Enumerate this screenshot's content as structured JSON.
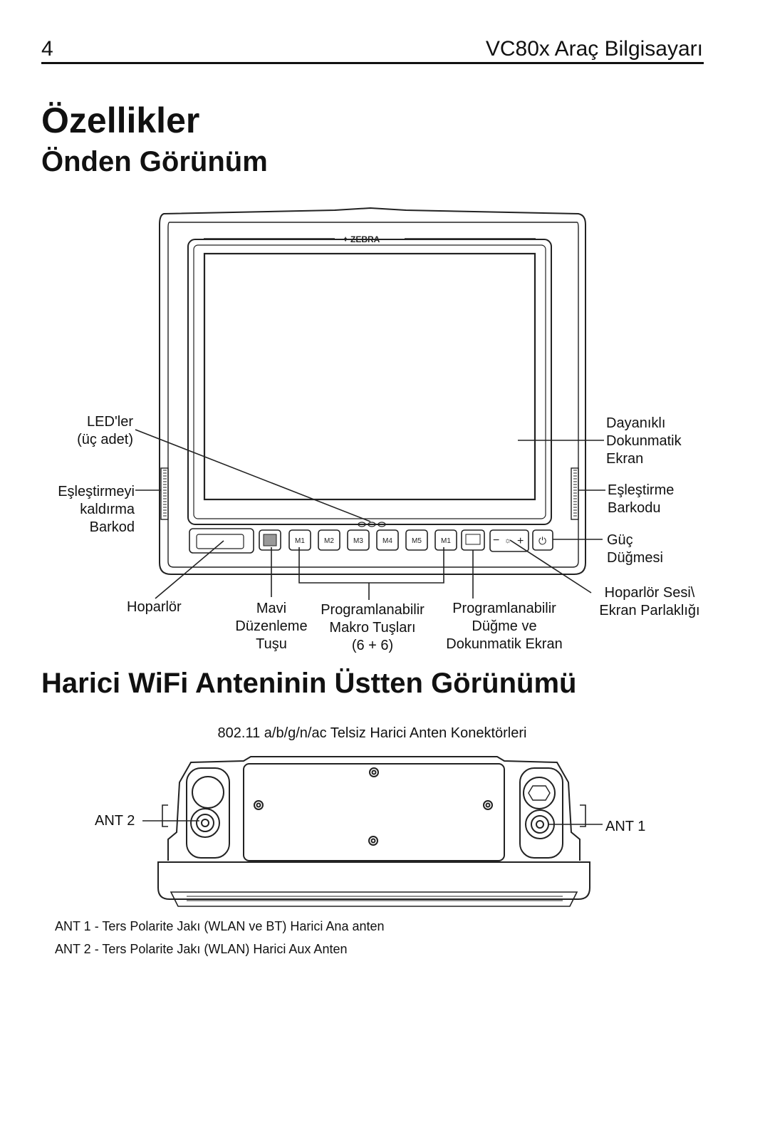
{
  "header": {
    "page_number": "4",
    "doc_title": "VC80x Araç Bilgisayarı"
  },
  "section_title": "Özellikler",
  "front_view": {
    "title": "Önden Görünüm",
    "brand": "ZEBRA",
    "keys": [
      "M1",
      "M2",
      "M3",
      "M4",
      "M5",
      "M1"
    ],
    "labels": {
      "leds": [
        "LED'ler",
        "(üç adet)"
      ],
      "unpair_barcode": [
        "Eşleştirmeyi",
        "kaldırma",
        "Barkod"
      ],
      "touch_screen": [
        "Dayanıklı",
        "Dokunmatik",
        "Ekran"
      ],
      "pair_barcode": [
        "Eşleştirme",
        "Barkodu"
      ],
      "power_button": [
        "Güç",
        "Düğmesi"
      ],
      "speaker": "Hoparlör",
      "blue_key": [
        "Mavi",
        "Düzenleme",
        "Tuşu"
      ],
      "macro_keys": [
        "Programlanabilir",
        "Makro Tuşları",
        "(6 + 6)"
      ],
      "prog_button": [
        "Programlanabilir",
        "Düğme ve",
        "Dokunmatik Ekran"
      ],
      "volume_brightness": [
        "Hoparlör Sesi\\",
        "Ekran Parlaklığı"
      ]
    }
  },
  "antenna_view": {
    "title": "Harici WiFi Anteninin Üstten Görünümü",
    "caption": "802.11 a/b/g/n/ac Telsiz Harici Anten Konektörleri",
    "ant2": "ANT 2",
    "ant1": "ANT 1",
    "notes": [
      "ANT 1 - Ters Polarite Jakı (WLAN ve BT) Harici Ana anten",
      "ANT 2 - Ters Polarite Jakı (WLAN) Harici Aux Anten"
    ]
  }
}
